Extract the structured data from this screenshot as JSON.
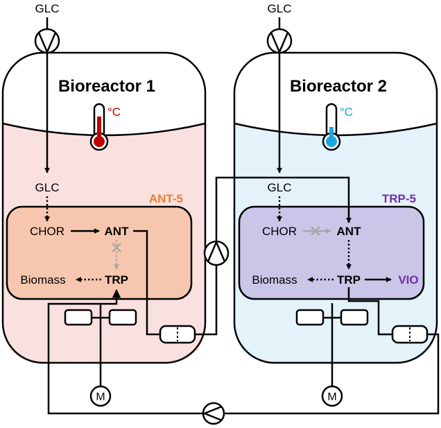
{
  "diagram": {
    "feed_label_1": "GLC",
    "feed_label_2": "GLC",
    "reactor1": {
      "title": "Bioreactor 1",
      "temp_unit": "°C",
      "temp_color": "#c00000",
      "fill": "#f9e1df",
      "strain": "ANT-5",
      "strain_color": "#ed7d31",
      "cell_fill": "#f6c7ae",
      "nodes": {
        "glc": "GLC",
        "chor": "CHOR",
        "ant": "ANT",
        "trp": "TRP",
        "biomass": "Biomass"
      }
    },
    "reactor2": {
      "title": "Bioreactor 2",
      "temp_unit": "°C",
      "temp_color": "#1ba6e0",
      "fill": "#e3f3f9",
      "strain": "TRP-5",
      "strain_color": "#7030a0",
      "cell_fill": "#c9c6e8",
      "nodes": {
        "glc": "GLC",
        "chor": "CHOR",
        "ant": "ANT",
        "trp": "TRP",
        "biomass": "Biomass",
        "vio": "VIO"
      }
    },
    "motor_label_1": "M",
    "motor_label_2": "M",
    "blocked_color": "#a6a6a6"
  }
}
